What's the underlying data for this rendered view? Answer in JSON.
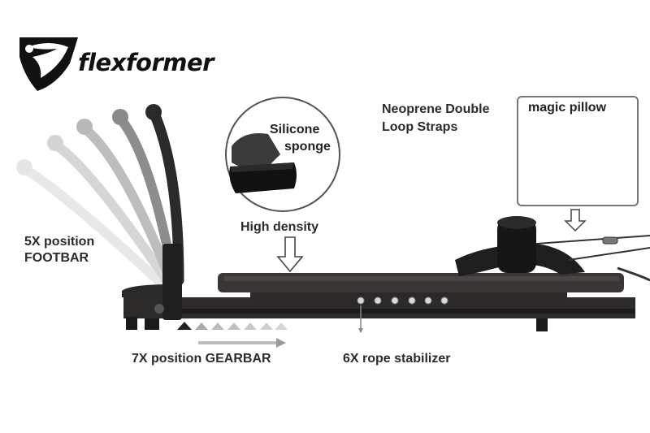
{
  "brand": {
    "name": "flexformer"
  },
  "labels": {
    "footbar_line1": "5X position",
    "footbar_line2": "FOOTBAR",
    "gearbar": "7X position GEARBAR",
    "rope_stabilizer": "6X rope stabilizer",
    "high_density": "High density",
    "silicone_line1": "Silicone",
    "silicone_line2": "sponge",
    "straps_line1": "Neoprene Double",
    "straps_line2": "Loop Straps",
    "magic_pillow": "magic pillow"
  },
  "colors": {
    "frame": "#2a2a2a",
    "carriage": "#3a3636",
    "pillow_dark": "#111111",
    "pillow_mid": "#555555",
    "pillow_light": "#9a9a9a",
    "text": "#2b2b2b"
  },
  "counts": {
    "footbar_positions": 5,
    "gearbar_positions": 7,
    "rope_stabilizer_positions": 6
  }
}
